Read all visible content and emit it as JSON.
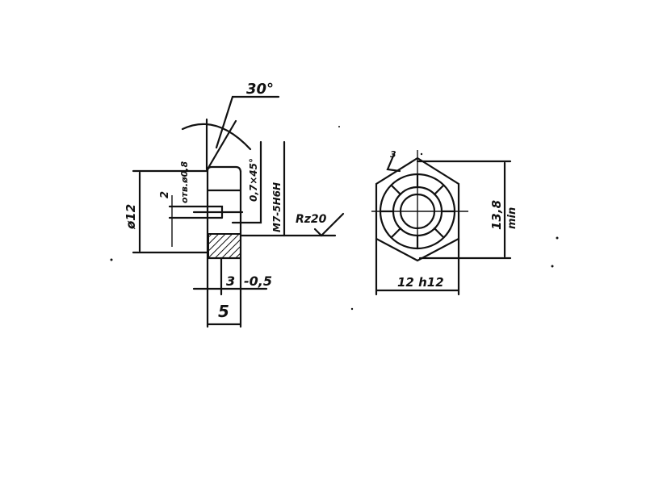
{
  "drawing": {
    "side_view": {
      "angle_label": "30°",
      "chamfer_label": "0,7×45°",
      "thread_label": "M7-5H6H",
      "roughness_label": "Rz20",
      "diameter_label": "ø12",
      "holes_count_label": "2",
      "holes_label": "отв.ø0,8",
      "slot_width_label": "3",
      "slot_tolerance_label": "-0,5",
      "height_label": "5"
    },
    "top_view": {
      "across_corners_label": "13,8",
      "across_corners_suffix": "min",
      "across_flats_label": "12 h12",
      "marker_label": "3"
    }
  }
}
